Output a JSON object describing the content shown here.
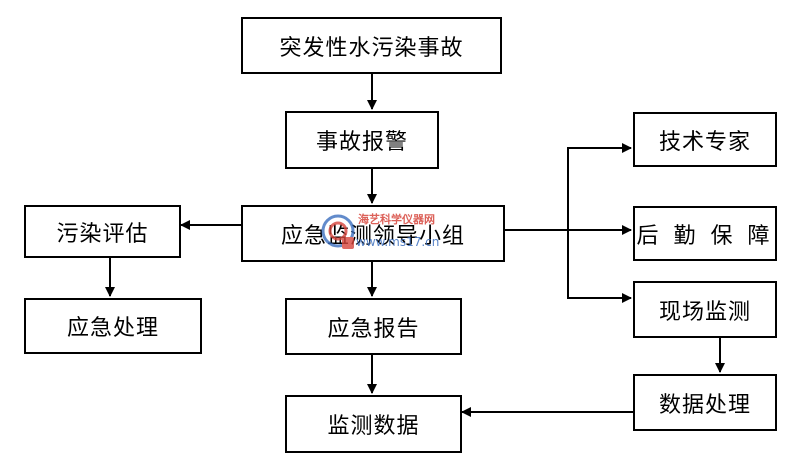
{
  "nodes": {
    "incident": "突发性水污染事故",
    "alarm": "事故报警",
    "leader": "应急监测领导小组",
    "pollution_eval": "污染评估",
    "emergency_handle": "应急处理",
    "emergency_report": "应急报告",
    "monitor_data": "监测数据",
    "tech_expert": "技术专家",
    "logistics": "后 勤 保 障",
    "field_monitor": "现场监测",
    "data_process": "数据处理"
  },
  "watermark": {
    "line1": "海艺科学仪器网",
    "line2": "www.ms17.cn"
  },
  "colors": {
    "line": "#000000",
    "box_border": "#000000",
    "watermark_red": "#d7463d",
    "watermark_blue": "#3b6fbf"
  }
}
